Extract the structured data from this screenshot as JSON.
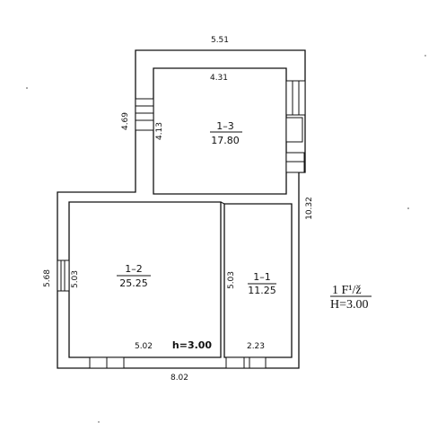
{
  "floor_plan": {
    "overall": {
      "top_width": "5.51",
      "right_height": "10.32",
      "left_lower_height": "5.68",
      "left_upper_height": "4.69",
      "bottom_width": "8.02"
    },
    "rooms": [
      {
        "id": "1–3",
        "area": "17.80",
        "inner_width": "4.31",
        "inner_height": "4.13"
      },
      {
        "id": "1–2",
        "area": "25.25",
        "inner_width": "5.02",
        "inner_height": "5.03",
        "ceiling": "h=3.00"
      },
      {
        "id": "1–1",
        "area": "11.25",
        "inner_width": "2.23",
        "inner_height": "5.03"
      }
    ],
    "legend": {
      "floor": "1 F¹/ž",
      "height": "H=3.00"
    }
  },
  "colors": {
    "line": "#111111",
    "background": "#ffffff"
  }
}
